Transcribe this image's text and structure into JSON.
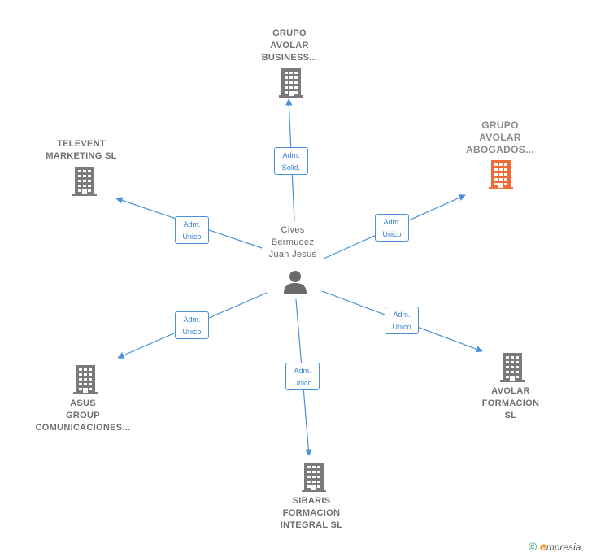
{
  "center": {
    "name": "Cives\nBermudez\nJuan Jesus"
  },
  "nodes": [
    {
      "id": "grupo-avolar-business",
      "label": "GRUPO\nAVOLAR\nBUSINESS...",
      "highlight": false
    },
    {
      "id": "grupo-avolar-abogados",
      "label": "GRUPO\nAVOLAR\nABOGADOS...",
      "highlight": true
    },
    {
      "id": "televent-marketing",
      "label": "TELEVENT\nMARKETING SL",
      "highlight": false
    },
    {
      "id": "asus-group",
      "label": "ASUS\nGROUP\nCOMUNICACIONES...",
      "highlight": false
    },
    {
      "id": "sibaris-formacion",
      "label": "SIBARIS\nFORMACION\nINTEGRAL  SL",
      "highlight": false
    },
    {
      "id": "avolar-formacion",
      "label": "AVOLAR\nFORMACION\nSL",
      "highlight": false
    }
  ],
  "edges": [
    {
      "to": "grupo-avolar-business",
      "role": "Adm.\nSolid."
    },
    {
      "to": "grupo-avolar-abogados",
      "role": "Adm.\nUnico"
    },
    {
      "to": "televent-marketing",
      "role": "Adm.\nUnico"
    },
    {
      "to": "asus-group",
      "role": "Adm.\nUnico"
    },
    {
      "to": "sibaris-formacion",
      "role": "Adm.\nUnico"
    },
    {
      "to": "avolar-formacion",
      "role": "Adm.\nUnico"
    }
  ],
  "colors": {
    "edge": "#4a8fd8",
    "building": "#7a7a7a",
    "building_highlight": "#f26a35",
    "person": "#6b6b6b"
  },
  "footer": {
    "copyright": "©",
    "brand_initial": "e",
    "brand_rest": "mpresia"
  }
}
